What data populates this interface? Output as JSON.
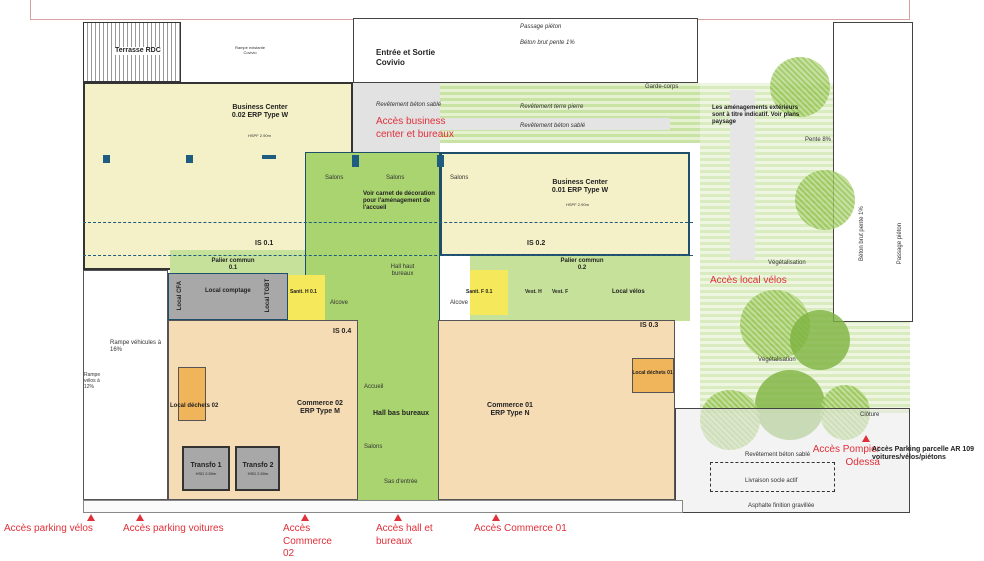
{
  "plan": {
    "terrasse": "Terrasse RDC",
    "rampe_existante": "Rampe existante Covivio",
    "entree_sortie": "Entrée et Sortie Covivio",
    "passage_pieton_top": "Passage piéton",
    "beton_brut_top": "Béton brut pente 1%",
    "garde_corps": "Garde-corps",
    "revetement_terre": "Revêtement terre pierre",
    "revetement_beton": "Revêtement béton sablé",
    "revetement_beton_top": "Revêtement béton sablé",
    "amenagements": "Les aménagements extérieurs sont à titre indicatif. Voir plans paysage",
    "pente": "Pente 8%",
    "beton_brut_right": "Béton brut pente 1%",
    "passage_pieton_right": "Passage piéton",
    "vegetalisation_top": "Végétalisation",
    "vegetalisation": "Végétalisation",
    "bc02_name": "Business Center",
    "bc02_type": "0.02 ERP Type W",
    "bc01_name": "Business Center",
    "bc01_type": "0.01 ERP Type W",
    "hspf": "HSPF 2.90m",
    "salons": "Salons",
    "voir_carnet": "Voir carnet de décoration pour l'aménagement de l'accueil",
    "palier_01": "Palier commun 0.1",
    "palier_02": "Palier commun 0.2",
    "is01": "IS 0.1",
    "is02": "IS 0.2",
    "is03": "IS 0.3",
    "is04": "IS 0.4",
    "hall_haut": "Hall haut bureaux",
    "hall_bas": "Hall bas bureaux",
    "alcove": "Alcove",
    "accueil": "Accueil",
    "salons_bas": "Salons",
    "sas": "Sas d'entrée",
    "local_cfa": "Local CFA",
    "local_comptage": "Local comptage",
    "local_tgbt": "Local TGBT",
    "sanit_h": "Sanit. H 0.1",
    "sanit_f": "Sanit. F 0.1",
    "vest_h": "Vest. H",
    "vest_f": "Vest. F",
    "local_velos": "Local vélos",
    "rampe_vehicules": "Rampe véhicules à 16%",
    "rampe_velos": "Rampe vélos à 12%",
    "local_dechets_02": "Local déchets 02",
    "local_dechets_01": "Local déchets 01",
    "commerce02_name": "Commerce 02",
    "commerce02_type": "ERP Type M",
    "commerce01_name": "Commerce 01",
    "commerce01_type": "ERP Type N",
    "transfo1": "Transfo 1",
    "transfo2": "Transfo 2",
    "hsd_transfo": "HSD 2.50m",
    "cloture": "Clôture",
    "revetement_bas": "Revêtement béton sablé",
    "livraison": "Livraison socle actif",
    "asphalte": "Asphalte finition gravillée",
    "parking_ar109": "Accès Parking parcelle AR 109 voitures/vélos/piétons"
  },
  "access": {
    "business_center": "Accès business center et bureaux",
    "local_velos": "Accès local vélos",
    "parking_velos": "Accès parking vélos",
    "parking_voitures": "Accès parking voitures",
    "commerce02": "Accès Commerce 02",
    "hall": "Accès hall et bureaux",
    "commerce01": "Accès Commerce 01",
    "pompier": "Accès Pompier Odessa"
  },
  "colors": {
    "access_red": "#e0303a",
    "office_green": "#a9d46f",
    "business_yellow": "#f4f1c8",
    "commerce_beige": "#f6dcb4",
    "technical_gray": "#a8a8a8",
    "waste_orange": "#f0b45a",
    "structure_blue": "#1f5d80"
  }
}
